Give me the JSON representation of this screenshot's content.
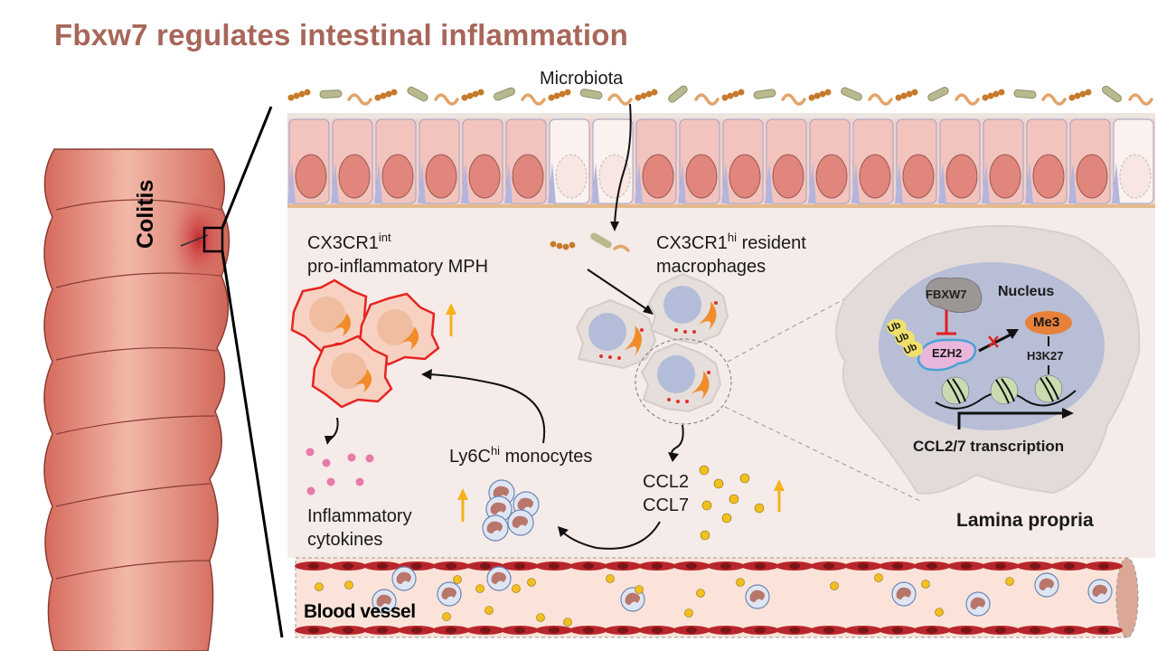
{
  "title": "Fbxw7 regulates intestinal inflammation",
  "colon": {
    "label": "Colitis"
  },
  "epithelium": {
    "microbiota_label": "Microbiota"
  },
  "lamina_propria": {
    "label": "Lamina propria",
    "pro_inflammatory": {
      "line1_main": "CX3CR1",
      "line1_sup": "int",
      "line2": "pro-inflammatory MPH",
      "trend": "up"
    },
    "resident": {
      "line1_main": "CX3CR1",
      "line1_sup": "hi",
      "line1_rest": " resident",
      "line2": "macrophages"
    },
    "monocytes": {
      "main": "Ly6C",
      "sup": "hi",
      "rest": " monocytes",
      "trend": "up"
    },
    "cytokines": {
      "line1": "Inflammatory",
      "line2": "cytokines"
    },
    "chemokines": {
      "line1": "CCL2",
      "line2": "CCL7",
      "trend": "up"
    }
  },
  "nucleus_panel": {
    "nucleus_label": "Nucleus",
    "fbxw7": "FBXW7",
    "ezh2": "EZH2",
    "ub": [
      "Ub",
      "Ub",
      "Ub"
    ],
    "me3": "Me3",
    "h3k27": "H3K27",
    "transcription": "CCL2/7 transcription"
  },
  "blood_vessel": {
    "label": "Blood vessel"
  },
  "colors": {
    "title": "#a8665a",
    "up_arrow": "#f5b21b",
    "inhibit": "#e02020",
    "cytokine": "#e87aa8",
    "chemokine": "#f2c01e",
    "nucleus": "#b7bed6",
    "me3": "#e8823a",
    "vessel_wall": "#b8262c",
    "lumen": "#fbe3d9"
  }
}
